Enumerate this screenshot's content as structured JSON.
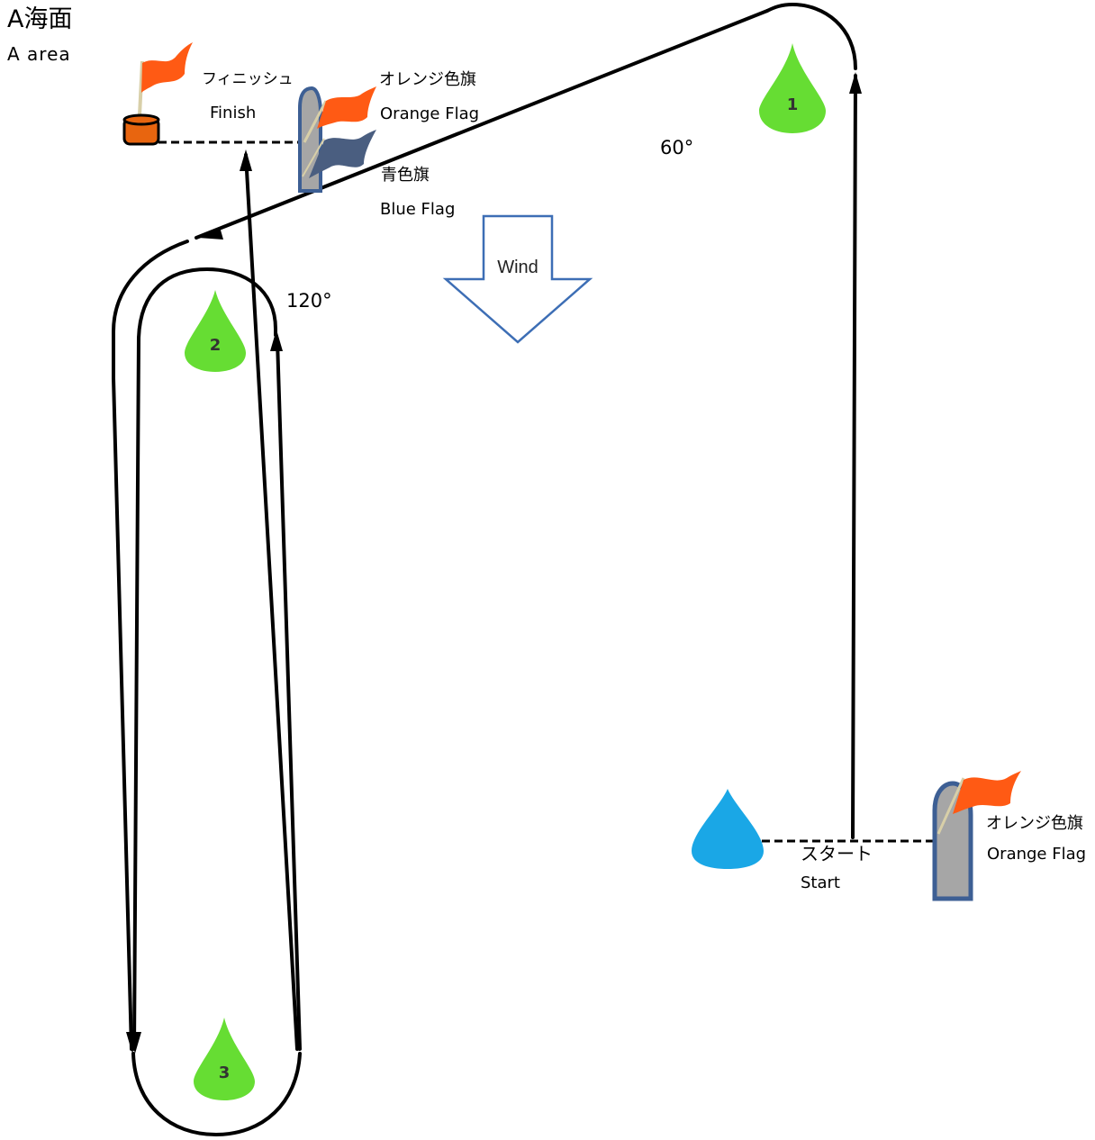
{
  "title": {
    "ja": "A海面",
    "en": "A  area"
  },
  "finish": {
    "ja": "フィニッシュ",
    "en": "Finish"
  },
  "finish_boat": {
    "orange_ja": "オレンジ色旗",
    "orange_en": "Orange Flag",
    "blue_ja": "青色旗",
    "blue_en": "Blue Flag"
  },
  "start": {
    "ja": "スタート",
    "en": "Start"
  },
  "start_boat": {
    "orange_ja": "オレンジ色旗",
    "orange_en": "Orange Flag"
  },
  "wind_label": "Wind",
  "angles": {
    "top": "60°",
    "left": "120°"
  },
  "marks": [
    "1",
    "2",
    "3"
  ],
  "colors": {
    "mark_green": "#66dd33",
    "start_mark_blue": "#1aa7e6",
    "flag_orange": "#ff5a14",
    "flag_blue": "#4a5e80",
    "boat_fill": "#a6a6a6",
    "boat_outline": "#3d5f94",
    "buoy_orange": "#e8650f",
    "wind_arrow": "#3d6eb5"
  }
}
